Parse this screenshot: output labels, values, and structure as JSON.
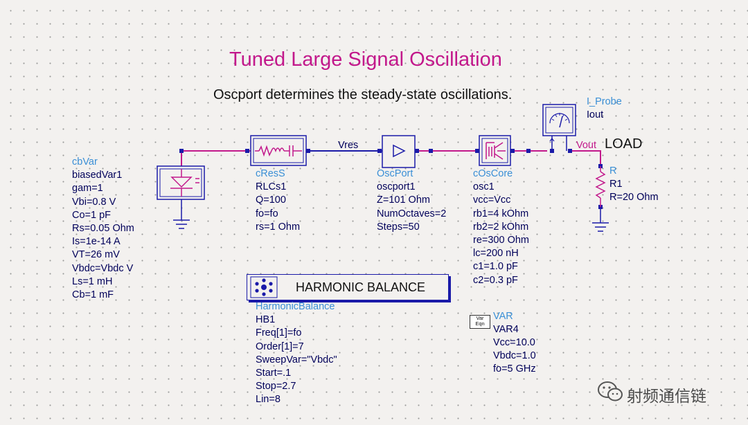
{
  "title": "Tuned Large Signal Oscillation",
  "subtitle": "Oscport determines the steady-state oscillations.",
  "nets": {
    "vres": "Vres",
    "vout": "Vout",
    "load": "LOAD"
  },
  "cbvar": {
    "type": "cbVar",
    "lines": [
      "biasedVar1",
      "gam=1",
      "Vbi=0.8 V",
      "Co=1 pF",
      "Rs=0.05 Ohm",
      "Is=1e-14 A",
      "VT=26 mV",
      "Vbdc=Vbdc V",
      "Ls=1 mH",
      "Cb=1 mF"
    ]
  },
  "cress": {
    "type": "cResS",
    "lines": [
      "RLCs1",
      "Q=100",
      "fo=fo",
      "rs=1 Ohm"
    ]
  },
  "oscport": {
    "type": "OscPort",
    "lines": [
      "oscport1",
      "Z=101 Ohm",
      "NumOctaves=2",
      "Steps=50"
    ]
  },
  "coscore": {
    "type": "cOsCore",
    "lines": [
      "osc1",
      "vcc=Vcc",
      "rb1=4 kOhm",
      "rb2=2 kOhm",
      "re=300 Ohm",
      "lc=200 nH",
      "c1=1.0 pF",
      "c2=0.3 pF"
    ]
  },
  "iprobe": {
    "type": "I_Probe",
    "lines": [
      "Iout"
    ]
  },
  "resistor": {
    "type": "R",
    "lines": [
      "R1",
      "R=20 Ohm"
    ]
  },
  "hb": {
    "banner": "HARMONIC BALANCE",
    "type": "HarmonicBalance",
    "lines": [
      "HB1",
      "Freq[1]=fo",
      "Order[1]=7",
      "SweepVar=\"Vbdc\"",
      "Start=.1",
      "Stop=2.7",
      "Lin=8"
    ]
  },
  "var": {
    "icon_top": "Var",
    "icon_bottom": "Eqn",
    "type": "VAR",
    "lines": [
      "VAR4",
      "Vcc=10.0",
      "Vbdc=1.0",
      "fo=5 GHz"
    ]
  },
  "watermark": "射频通信链",
  "colors": {
    "wire_magenta": "#c2188b",
    "wire_blue": "#1a1aa8",
    "param_text": "#00005a",
    "component_name": "#3a8fd6",
    "title": "#c2188b"
  }
}
